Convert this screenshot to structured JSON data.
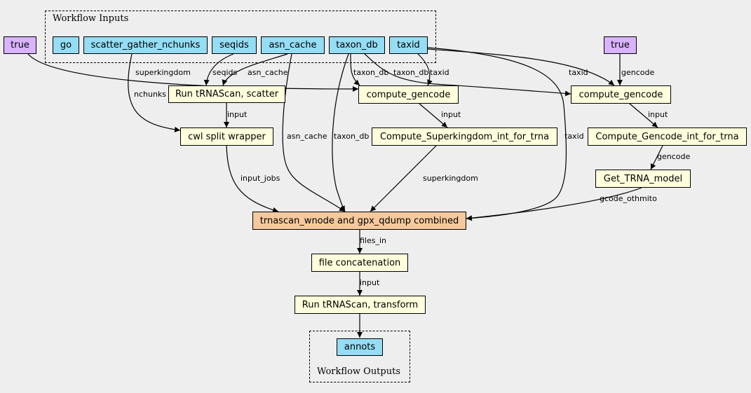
{
  "clusters": {
    "inputs_label": "Workflow Inputs",
    "outputs_label": "Workflow Outputs"
  },
  "nodes": {
    "true_left": "true",
    "true_right": "true",
    "go": "go",
    "scatter_gather_nchunks": "scatter_gather_nchunks",
    "seqids": "seqids",
    "asn_cache": "asn_cache",
    "taxon_db": "taxon_db",
    "taxid": "taxid",
    "run_trnascan_scatter": "Run tRNAScan, scatter",
    "compute_gencode_1": "compute_gencode",
    "compute_gencode_2": "compute_gencode",
    "cwl_split_wrapper": "cwl split wrapper",
    "compute_superkingdom": "Compute_Superkingdom_int_for_trna",
    "compute_gencode_int": "Compute_Gencode_int_for_trna",
    "get_trna_model": "Get_TRNA_model",
    "combined": "trnascan_wnode and gpx_qdump combined",
    "file_concatenation": "file concatenation",
    "run_trnascan_transform": "Run tRNAScan, transform",
    "annots": "annots"
  },
  "edge_labels": {
    "superkingdom_top": "superkingdom",
    "nchunks": "nchunks",
    "seqids": "seqids",
    "asn_cache_top": "asn_cache",
    "taxon_db_a": "taxon_db",
    "taxon_db_b": "taxon_db",
    "taxid_a": "taxid",
    "taxid_b": "taxid",
    "gencode_top": "gencode",
    "input_1": "input",
    "input_2": "input",
    "input_3": "input",
    "asn_cache_mid": "asn_cache",
    "taxon_db_mid": "taxon_db",
    "taxid_mid": "taxid",
    "gencode_mid": "gencode",
    "input_jobs": "input_jobs",
    "superkingdom_mid": "superkingdom",
    "gcode_othmito": "gcode_othmito",
    "files_in": "files_in",
    "input_4": "input"
  }
}
